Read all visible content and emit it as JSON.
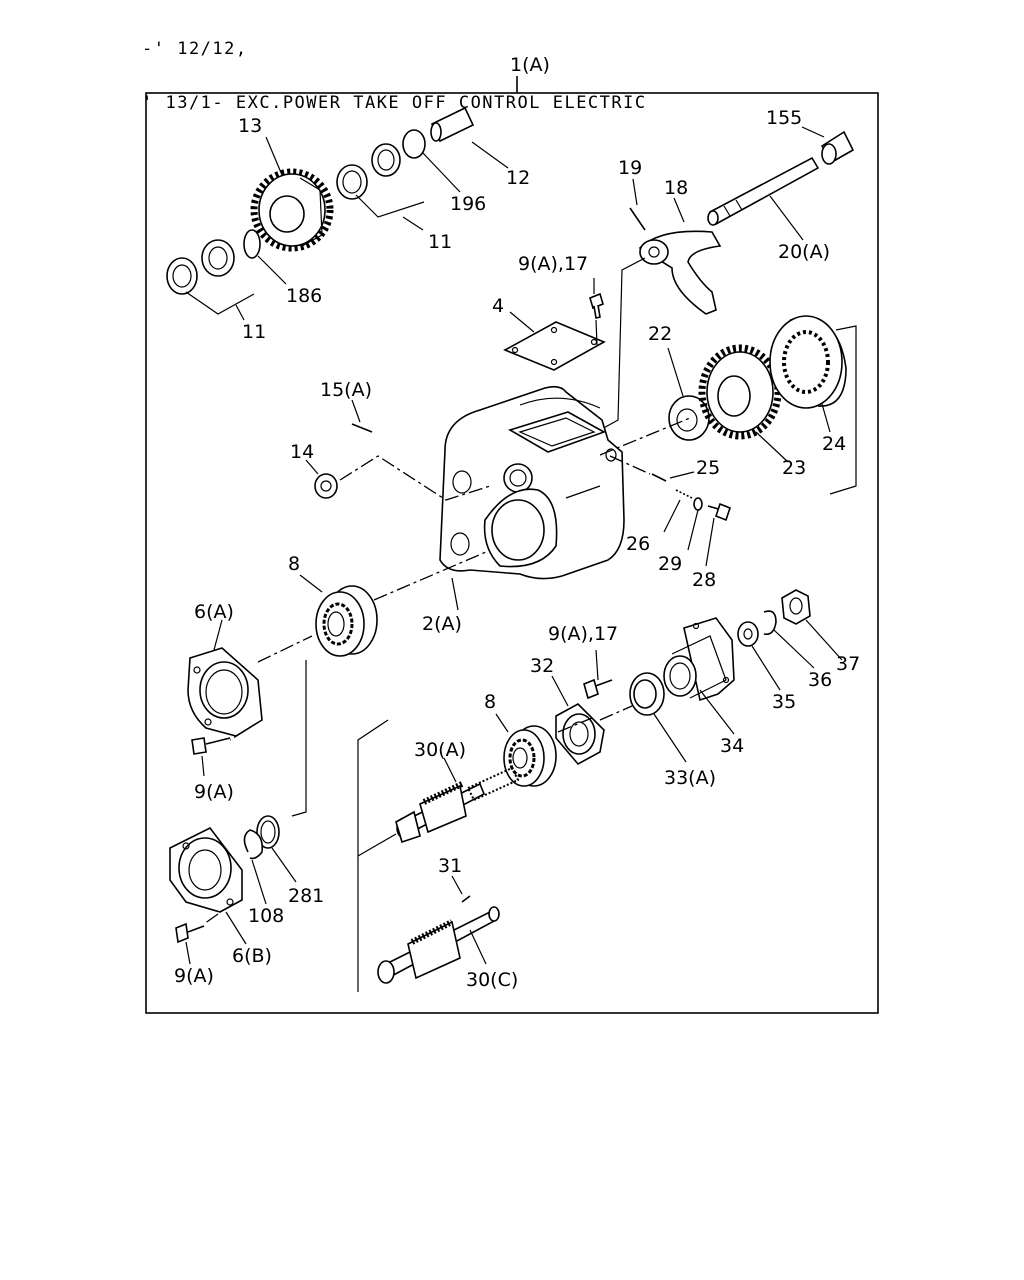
{
  "header": {
    "line1": "-' 12/12,",
    "line2": "' 13/1- EXC.POWER TAKE OFF CONTROL ELECTRIC"
  },
  "assembly_label": "1(A)",
  "callouts": {
    "c13": "13",
    "c12": "12",
    "c196": "196",
    "c11a": "11",
    "c186": "186",
    "c11b": "11",
    "c155": "155",
    "c19": "19",
    "c18": "18",
    "c20a": "20(A)",
    "c9a17a": "9(A),17",
    "c4": "4",
    "c22": "22",
    "c24": "24",
    "c23": "23",
    "c15a": "15(A)",
    "c14": "14",
    "c25": "25",
    "c26": "26",
    "c29": "29",
    "c28": "28",
    "c8a": "8",
    "c2a": "2(A)",
    "c6a": "6(A)",
    "c9a_1": "9(A)",
    "c9a17b": "9(A),17",
    "c32": "32",
    "c8b": "8",
    "c30a": "30(A)",
    "c37": "37",
    "c36": "36",
    "c35": "35",
    "c34": "34",
    "c33a": "33(A)",
    "c281": "281",
    "c108": "108",
    "c6b": "6(B)",
    "c9a_2": "9(A)",
    "c31": "31",
    "c30c": "30(C)"
  }
}
